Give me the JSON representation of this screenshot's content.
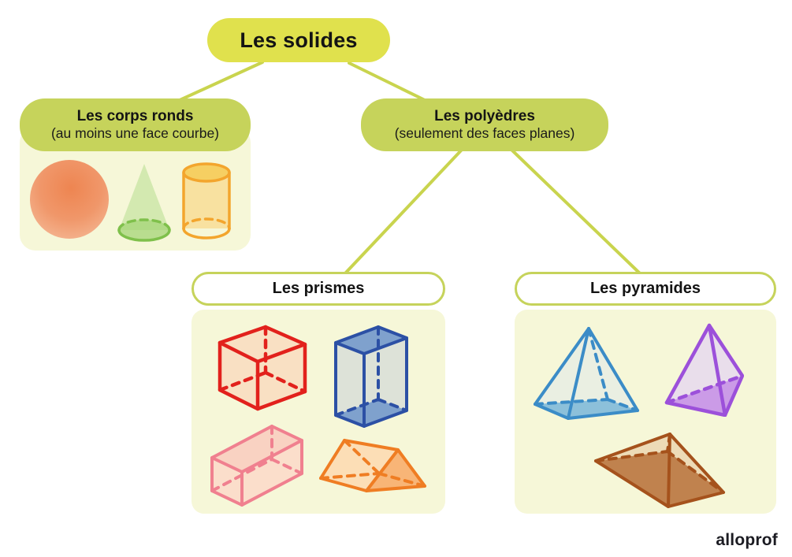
{
  "root": {
    "label": "Les solides"
  },
  "branches": {
    "corps_ronds": {
      "title": "Les corps ronds",
      "subtitle": "(au moins une face courbe)",
      "icons": [
        "sphere-icon",
        "cone-icon",
        "cylinder-icon"
      ]
    },
    "polyedres": {
      "title": "Les polyèdres",
      "subtitle": "(seulement des faces planes)"
    }
  },
  "sub_branches": {
    "prismes": {
      "title": "Les prismes",
      "icons": [
        "cube-icon",
        "rectangular-prism-upright-icon",
        "rectangular-prism-lying-icon",
        "triangular-prism-icon"
      ]
    },
    "pyramides": {
      "title": "Les pyramides",
      "icons": [
        "square-pyramid-icon",
        "triangular-pyramid-icon",
        "rectangular-pyramid-icon"
      ]
    }
  },
  "watermark": "alloprof",
  "colors": {
    "root_pill": "#e0e14d",
    "branch_pill": "#c6d35b",
    "connector": "#c9d44e",
    "card_background": "#f6f7d8",
    "sphere_orange": "#ee8551",
    "cone_green": "#7fc04b",
    "cylinder_yellow": "#f3a52d",
    "cube_red": "#e2211c",
    "prism_blue": "#2c50a5",
    "prism_pink": "#f0808f",
    "prism_orange": "#ef7d23",
    "pyramid_blue": "#3b8cc7",
    "pyramid_purple": "#9c50da",
    "pyramid_brown": "#a5521c"
  }
}
